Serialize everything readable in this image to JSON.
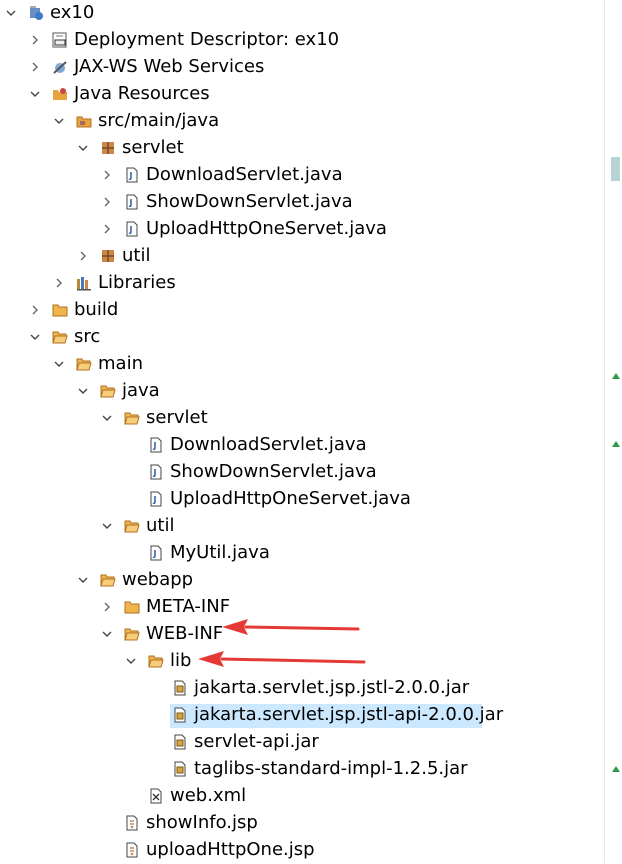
{
  "colors": {
    "selection": "#cce8ff",
    "folder": "#e8a33d",
    "package": "#b5732a",
    "arrow": "#e53935",
    "marker": "#2e9a4a"
  },
  "tree": {
    "rows": [
      {
        "label": "ex10",
        "icon": "project-icon",
        "chevron": "down"
      },
      {
        "label": "Deployment Descriptor: ex10",
        "icon": "deployment-descriptor-icon",
        "chevron": "right"
      },
      {
        "label": "JAX-WS Web Services",
        "icon": "web-services-icon",
        "chevron": "right"
      },
      {
        "label": "Java Resources",
        "icon": "java-resources-icon",
        "chevron": "down"
      },
      {
        "label": "src/main/java",
        "icon": "source-folder-icon",
        "chevron": "down"
      },
      {
        "label": "servlet",
        "icon": "package-icon",
        "chevron": "down"
      },
      {
        "label": "DownloadServlet.java",
        "icon": "java-file-icon",
        "chevron": "right"
      },
      {
        "label": "ShowDownServlet.java",
        "icon": "java-file-icon",
        "chevron": "right"
      },
      {
        "label": "UploadHttpOneServet.java",
        "icon": "java-file-icon",
        "chevron": "right"
      },
      {
        "label": "util",
        "icon": "package-icon",
        "chevron": "right"
      },
      {
        "label": "Libraries",
        "icon": "libraries-icon",
        "chevron": "right"
      },
      {
        "label": "build",
        "icon": "folder-icon",
        "chevron": "right"
      },
      {
        "label": "src",
        "icon": "folder-open-icon",
        "chevron": "down"
      },
      {
        "label": "main",
        "icon": "folder-open-icon",
        "chevron": "down"
      },
      {
        "label": "java",
        "icon": "folder-open-icon",
        "chevron": "down"
      },
      {
        "label": "servlet",
        "icon": "folder-open-icon",
        "chevron": "down"
      },
      {
        "label": "DownloadServlet.java",
        "icon": "java-file-icon",
        "chevron": "none"
      },
      {
        "label": "ShowDownServlet.java",
        "icon": "java-file-icon",
        "chevron": "none"
      },
      {
        "label": "UploadHttpOneServet.java",
        "icon": "java-file-icon",
        "chevron": "none"
      },
      {
        "label": "util",
        "icon": "folder-open-icon",
        "chevron": "down"
      },
      {
        "label": "MyUtil.java",
        "icon": "java-file-icon",
        "chevron": "none"
      },
      {
        "label": "webapp",
        "icon": "folder-open-icon",
        "chevron": "down"
      },
      {
        "label": "META-INF",
        "icon": "folder-icon",
        "chevron": "right"
      },
      {
        "label": "WEB-INF",
        "icon": "folder-open-icon",
        "chevron": "down"
      },
      {
        "label": "lib",
        "icon": "folder-open-icon",
        "chevron": "down"
      },
      {
        "label": "jakarta.servlet.jsp.jstl-2.0.0.jar",
        "icon": "jar-icon",
        "chevron": "none"
      },
      {
        "label": "jakarta.servlet.jsp.jstl-api-2.0.0.jar",
        "icon": "jar-icon",
        "chevron": "none",
        "selected": true
      },
      {
        "label": "servlet-api.jar",
        "icon": "jar-icon",
        "chevron": "none"
      },
      {
        "label": "taglibs-standard-impl-1.2.5.jar",
        "icon": "jar-icon",
        "chevron": "none"
      },
      {
        "label": "web.xml",
        "icon": "xml-file-icon",
        "chevron": "none"
      },
      {
        "label": "showInfo.jsp",
        "icon": "jsp-file-icon",
        "chevron": "none"
      },
      {
        "label": "uploadHttpOne.jsp",
        "icon": "jsp-file-icon",
        "chevron": "none"
      }
    ]
  }
}
